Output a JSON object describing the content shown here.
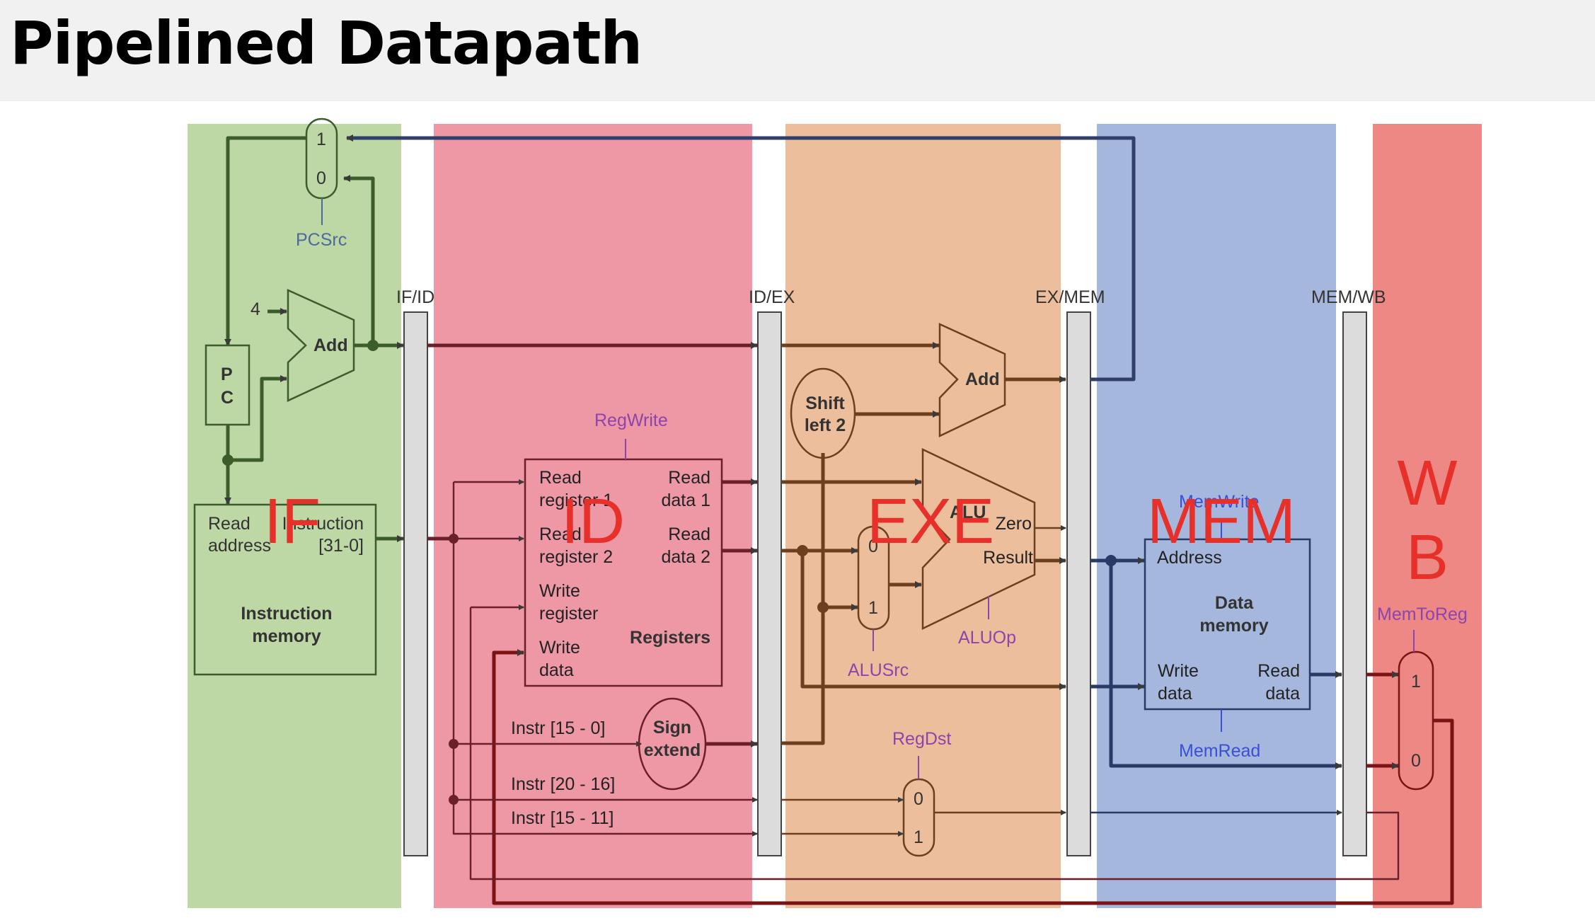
{
  "title": "Pipelined Datapath",
  "colors": {
    "if": "#bdd7a5",
    "id": "#ee97a5",
    "exe": "#edbe9b",
    "mem": "#a6b7de",
    "wb": "#ee8885",
    "stage_label": "#e8302a",
    "control_purple": "#8e44ad",
    "control_blue": "#3b4fd6"
  },
  "stages": {
    "if": "IF",
    "id": "ID",
    "exe": "EXE",
    "mem": "MEM",
    "wb_line1": "W",
    "wb_line2": "B"
  },
  "pipeline_registers": {
    "if_id": "IF/ID",
    "id_ex": "ID/EX",
    "ex_mem": "EX/MEM",
    "mem_wb": "MEM/WB"
  },
  "pcsrc_mux": {
    "in1": "1",
    "in0": "0",
    "control": "PCSrc"
  },
  "pc": {
    "line1": "P",
    "line2": "C"
  },
  "pc_adder": {
    "label": "Add",
    "constant": "4"
  },
  "instruction_memory": {
    "read_address_1": "Read",
    "read_address_2": "address",
    "instruction_1": "Instruction",
    "instruction_2": "[31-0]",
    "name_1": "Instruction",
    "name_2": "memory"
  },
  "registers": {
    "control": "RegWrite",
    "read_reg1_a": "Read",
    "read_reg1_b": "register 1",
    "read_reg2_a": "Read",
    "read_reg2_b": "register 2",
    "write_reg_a": "Write",
    "write_reg_b": "register",
    "write_data_a": "Write",
    "write_data_b": "data",
    "read_data1_a": "Read",
    "read_data1_b": "data 1",
    "read_data2_a": "Read",
    "read_data2_b": "data 2",
    "name": "Registers"
  },
  "sign_extend": {
    "line1": "Sign",
    "line2": "extend"
  },
  "instr_fields": [
    "Instr [15 - 0]",
    "Instr [20 - 16]",
    "Instr [15 - 11]"
  ],
  "shift_left": {
    "line1": "Shift",
    "line2": "left 2"
  },
  "branch_adder": {
    "label": "Add"
  },
  "alu": {
    "label": "ALU",
    "zero": "Zero",
    "result": "Result",
    "control": "ALUOp"
  },
  "alusrc_mux": {
    "in0": "0",
    "in1": "1",
    "control": "ALUSrc"
  },
  "regdst_mux": {
    "in0": "0",
    "in1": "1",
    "control": "RegDst"
  },
  "data_memory": {
    "control_write": "MemWrite",
    "control_read": "MemRead",
    "address": "Address",
    "name_1": "Data",
    "name_2": "memory",
    "write_data_a": "Write",
    "write_data_b": "data",
    "read_data_a": "Read",
    "read_data_b": "data"
  },
  "memtoreg_mux": {
    "in1": "1",
    "in0": "0",
    "control": "MemToReg"
  }
}
